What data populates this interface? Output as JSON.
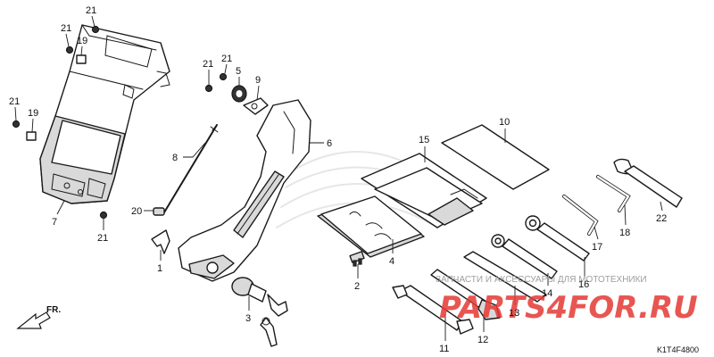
{
  "diagram_code": "K1T4F4800",
  "direction_label": "FR.",
  "watermark": {
    "brand": "PARTS4FOR.RU",
    "tagline": "ЗАПЧАСТИ И АКСЕССУАРЫ ДЛЯ МОТОТЕХНИКИ"
  },
  "part_numbers": {
    "p1": "1",
    "p2": "2",
    "p3": "3",
    "p4": "4",
    "p5": "5",
    "p6": "6",
    "p7": "7",
    "p8": "8",
    "p9": "9",
    "p10": "10",
    "p11": "11",
    "p12": "12",
    "p13": "13",
    "p14": "14",
    "p15": "15",
    "p16": "16",
    "p17": "17",
    "p18": "18",
    "p19a": "19",
    "p19b": "19",
    "p20": "20",
    "p21a": "21",
    "p21b": "21",
    "p21c": "21",
    "p21d": "21",
    "p21e": "21",
    "p21f": "21",
    "p22": "22"
  }
}
